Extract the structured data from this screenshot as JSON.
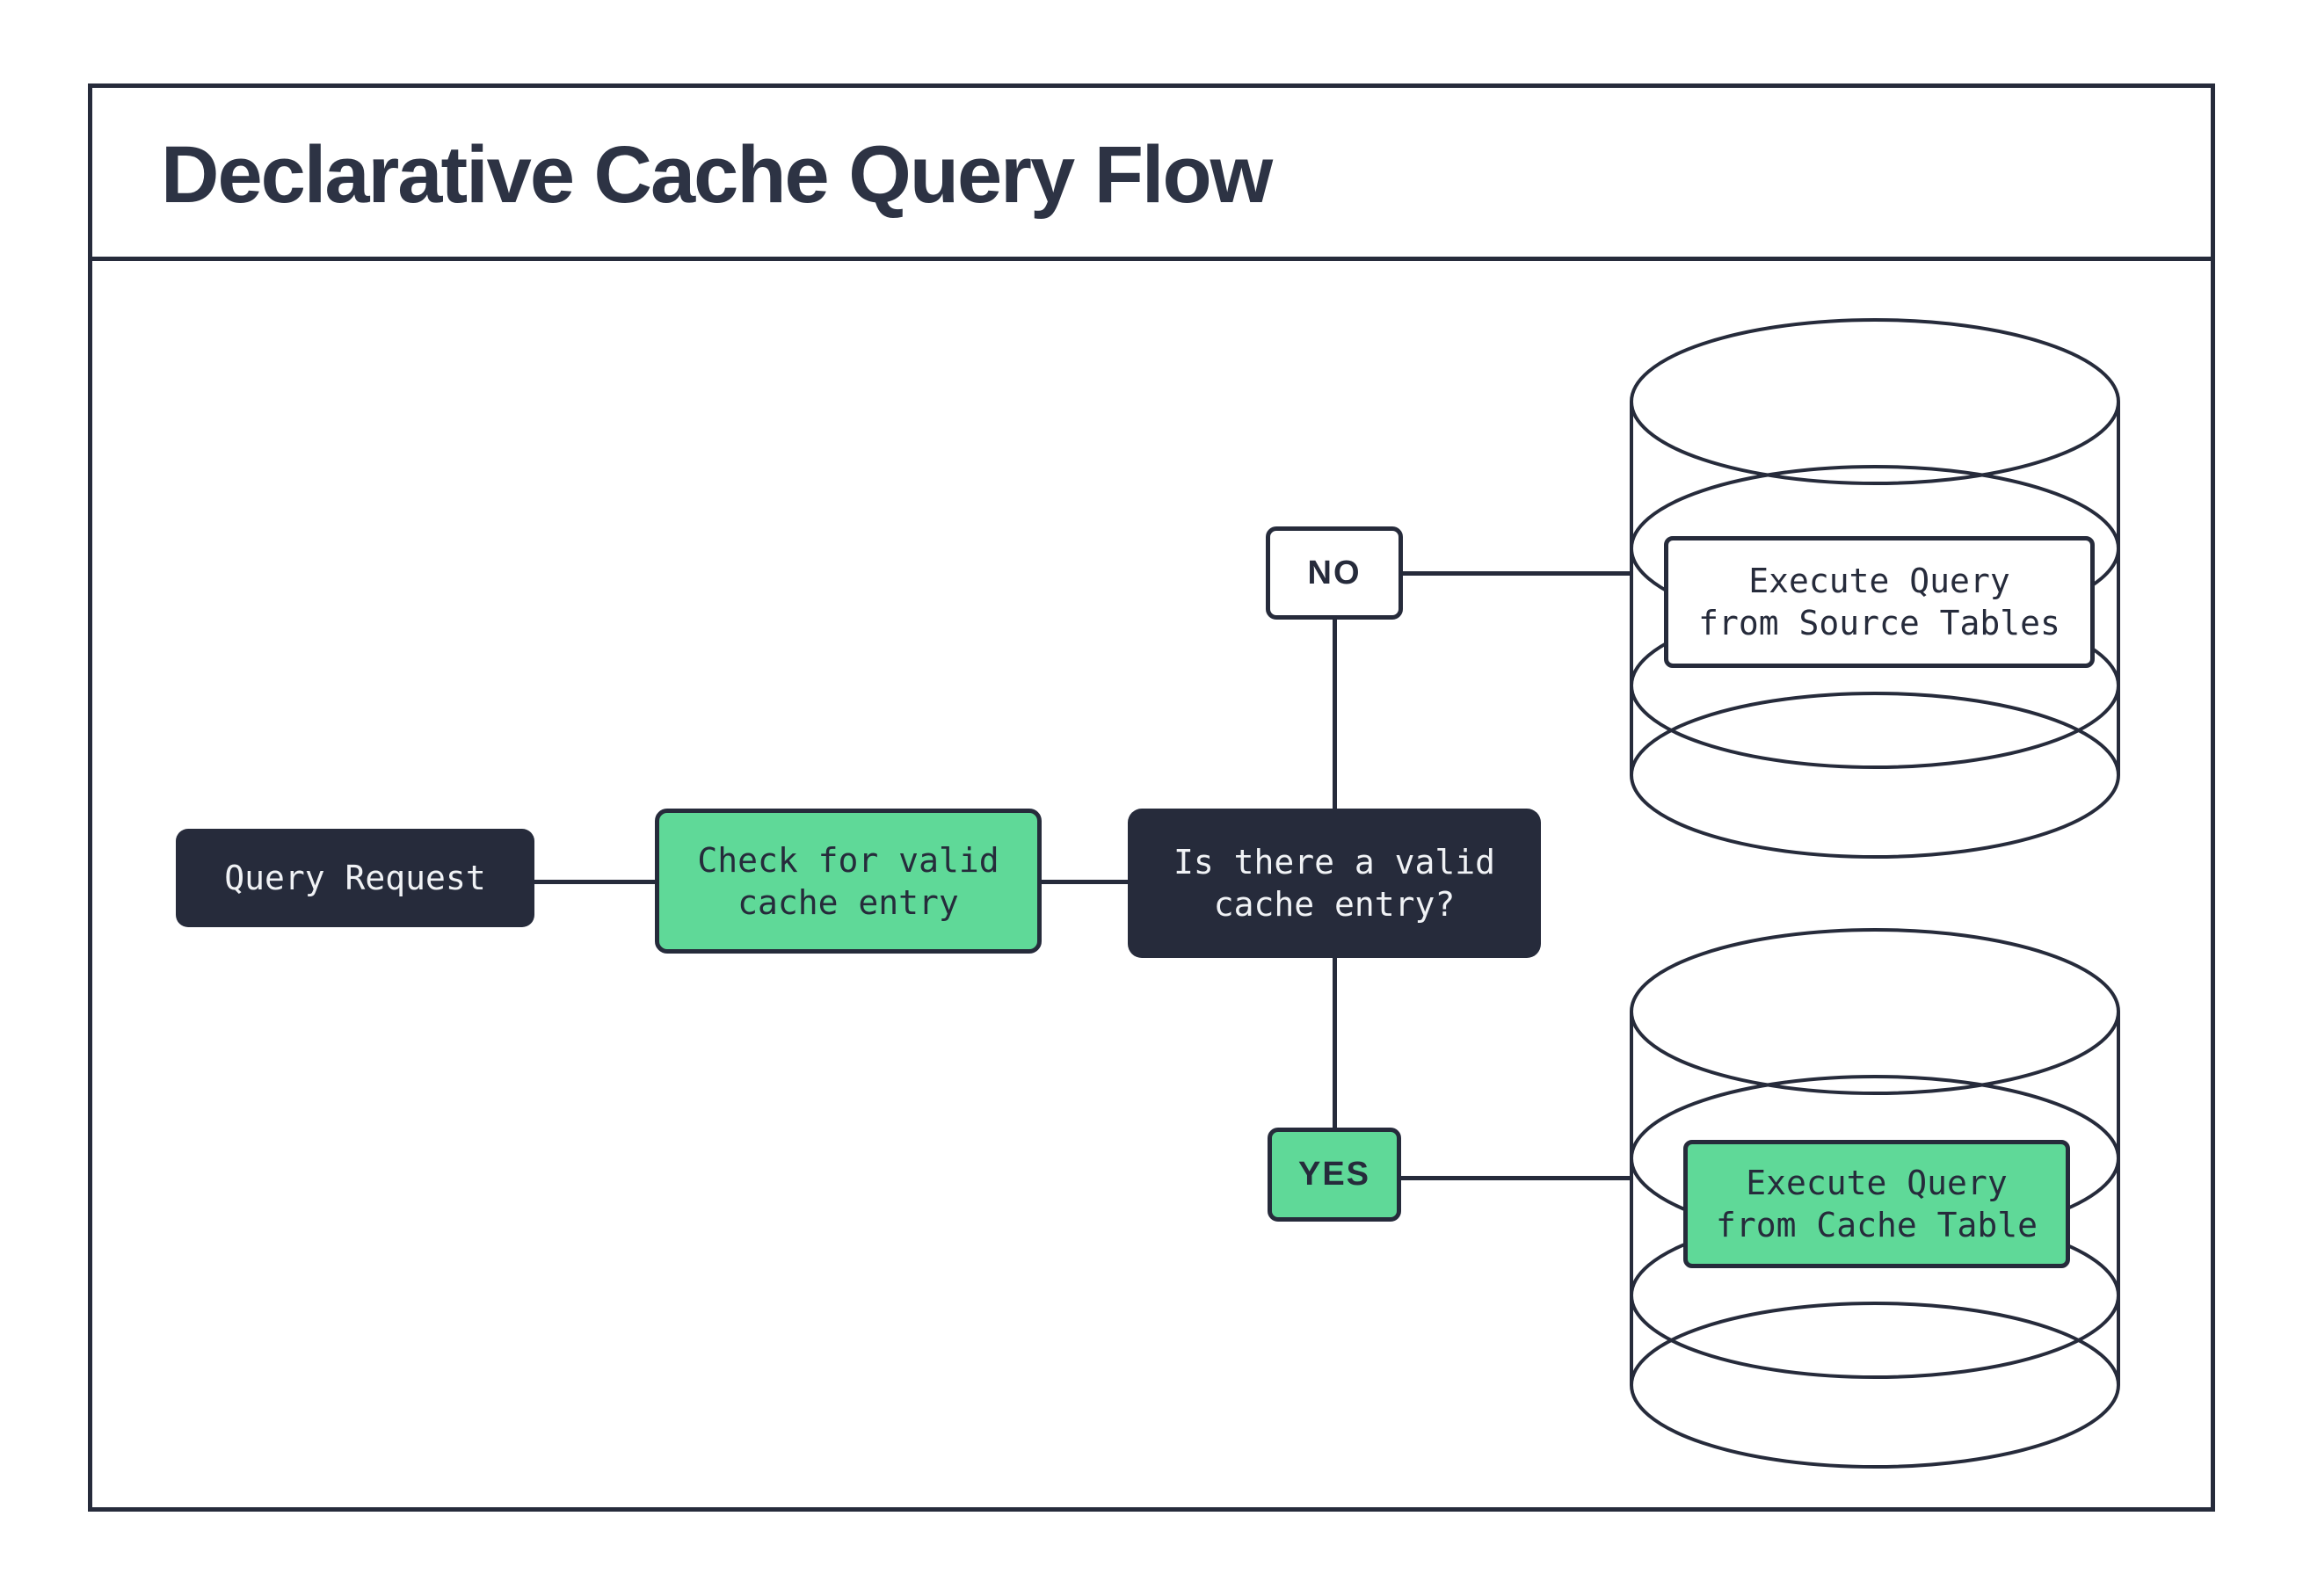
{
  "header": {
    "title": "Declarative Cache Query Flow"
  },
  "colors": {
    "ink": "#262b3b",
    "green": "#5fd998",
    "paper": "#ffffff",
    "light_text": "#f0f2f5"
  },
  "flow": {
    "query_request": {
      "label": "Query Request"
    },
    "check_cache": {
      "line1": "Check for valid",
      "line2": "cache entry"
    },
    "decision": {
      "line1": "Is there a valid",
      "line2": "cache entry?"
    },
    "edges": {
      "no": {
        "label": "NO"
      },
      "yes": {
        "label": "YES"
      }
    },
    "source_db": {
      "line1": "Execute Query",
      "line2": "from Source Tables"
    },
    "cache_db": {
      "line1": "Execute Query",
      "line2": "from Cache Table"
    }
  }
}
